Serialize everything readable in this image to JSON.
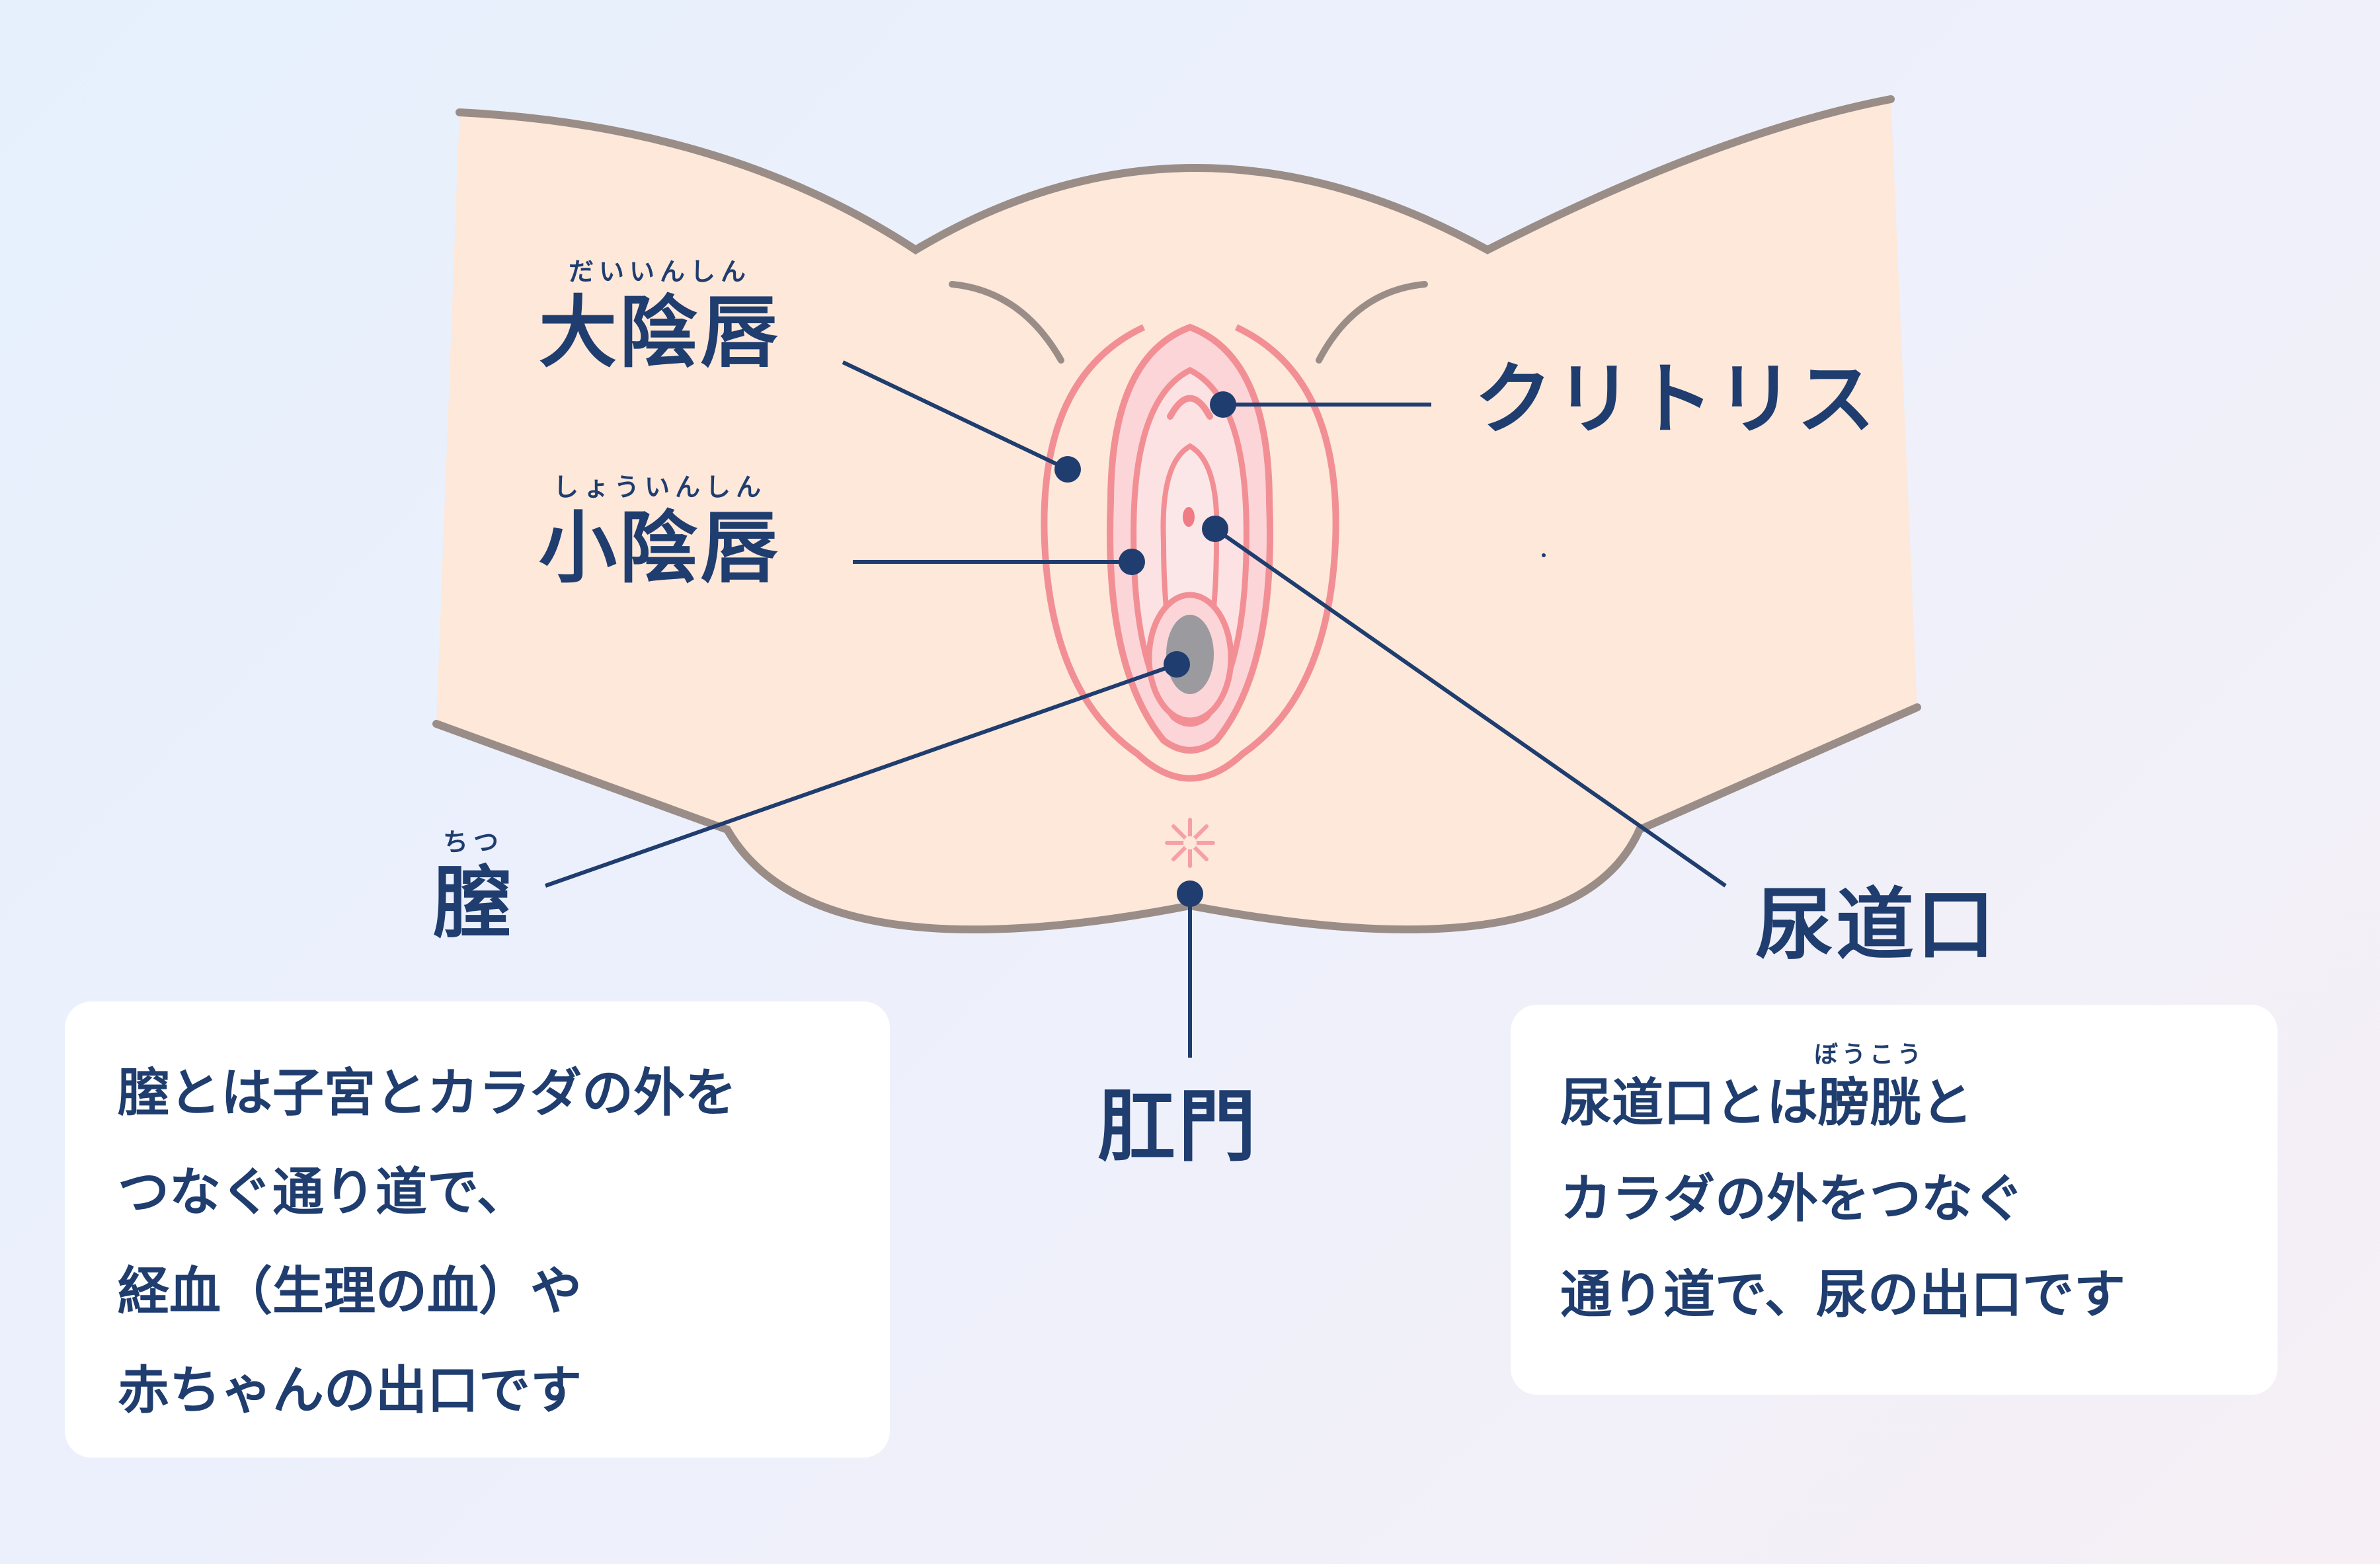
{
  "labels": {
    "labia_majora": {
      "text": "大陰唇",
      "reading": "だいいんしん"
    },
    "labia_minora": {
      "text": "小陰唇",
      "reading": "しょういんしん"
    },
    "clitoris": {
      "text": "クリトリス"
    },
    "vagina": {
      "text": "膣",
      "reading": "ちつ"
    },
    "urethral_opening": {
      "text": "尿道口"
    },
    "anus": {
      "text": "肛門"
    }
  },
  "cards": {
    "vagina": {
      "lines": [
        "膣とは子宮とカラダの外を",
        "つなぐ通り道で、",
        "経血（生理の血）や",
        "赤ちゃんの出口です"
      ]
    },
    "urethra": {
      "line1_prefix": "尿道口とは",
      "bladder_word": "膀胱",
      "bladder_reading": "ぼうこう",
      "line1_suffix": "と",
      "lines": [
        "カラダの外をつなぐ",
        "通り道で、尿の出口です"
      ]
    }
  },
  "colors": {
    "text_navy": "#1f3d6e",
    "skin": "#fde8da",
    "outline_gray": "#9a8d87",
    "pink_line": "#f28f95",
    "pink_fill": "#fcd5d8",
    "opening_gray": "#9a9a9f",
    "card_bg": "#ffffff"
  }
}
